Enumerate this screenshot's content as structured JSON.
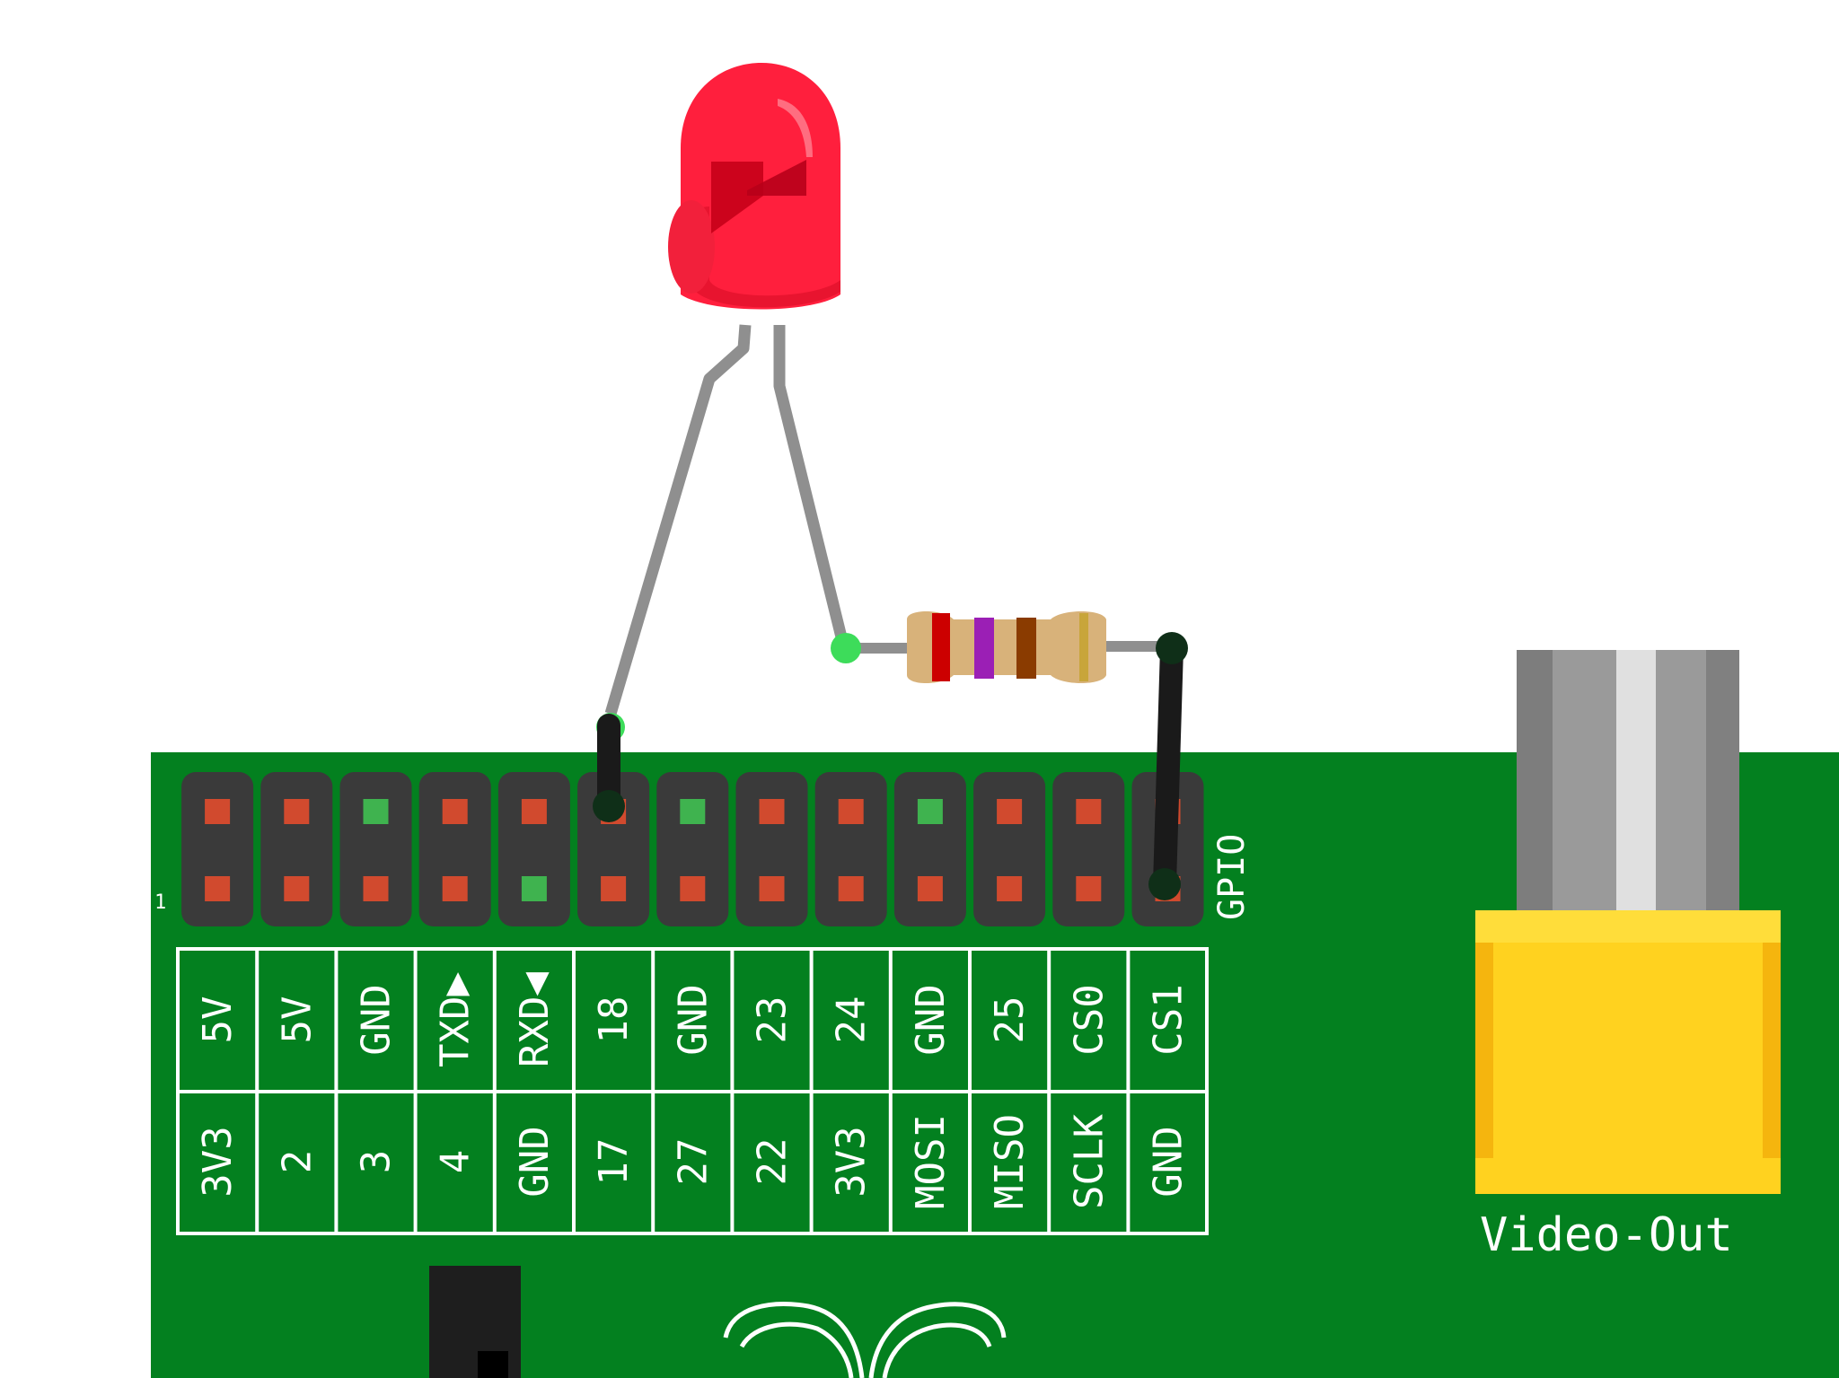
{
  "header": {
    "title": "GPIO",
    "pin1_marker": "1"
  },
  "pins": {
    "top_row": [
      "5V",
      "5V",
      "GND",
      "TXD▶",
      "RXD◀",
      "18",
      "GND",
      "23",
      "24",
      "GND",
      "25",
      "CS0",
      "CS1"
    ],
    "bottom_row": [
      "3V3",
      "2",
      "3",
      "4",
      "GND",
      "17",
      "27",
      "22",
      "3V3",
      "MOSI",
      "MISO",
      "SCLK",
      "GND"
    ],
    "top_row_pad_types": [
      "power",
      "power",
      "ground",
      "power",
      "power",
      "power",
      "ground",
      "power",
      "power",
      "ground",
      "power",
      "power",
      "power"
    ],
    "bottom_row_pad_types": [
      "power",
      "power",
      "power",
      "power",
      "ground",
      "power",
      "power",
      "power",
      "power",
      "power",
      "power",
      "power",
      "power"
    ]
  },
  "video_out": {
    "label": "Video-Out"
  },
  "components": {
    "led": {
      "name": "led-red",
      "color": "#ff1f3d"
    },
    "resistor": {
      "bands": [
        "#cc0000",
        "#9b1fb5",
        "#8a3b00",
        "#c8a53a"
      ]
    }
  },
  "colors": {
    "board": "#03801f",
    "header_block": "#3a3a3a",
    "pad_red": "#d14a2e",
    "pad_green": "#3fb34f",
    "wire_black": "#1a1a1a",
    "lead_gray": "#8f8f8f",
    "connector_yellow": "#ffd21f"
  }
}
